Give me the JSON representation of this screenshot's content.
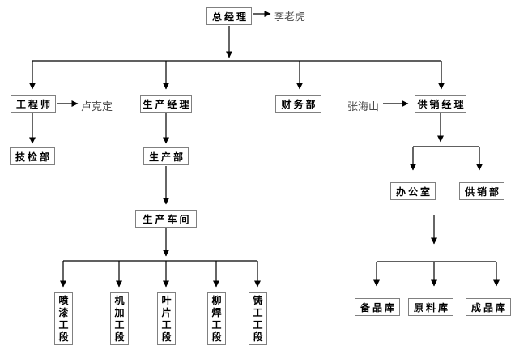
{
  "diagram_type": "organization-chart",
  "colors": {
    "background": "#ffffff",
    "box_border": "#808080",
    "box_text": "#000000",
    "connector": "#000000",
    "annotation_text": "#4a4a4a"
  },
  "nodes": {
    "general_manager": "总经理",
    "engineer": "工程师",
    "production_manager": "生产经理",
    "finance_dept": "财务部",
    "supply_sales_manager": "供销经理",
    "tech_inspection_dept": "技检部",
    "production_dept": "生产部",
    "production_workshop": "生产车间",
    "office": "办公室",
    "supply_sales_dept": "供销部"
  },
  "annotations": {
    "gm_person": "李老虎",
    "engineer_person": "卢克定",
    "supply_person": "张海山"
  },
  "sections": [
    "喷漆工段",
    "机加工段",
    "叶片工段",
    "柳焊工段",
    "铸工工段"
  ],
  "warehouses": [
    "备品库",
    "原料库",
    "成品库"
  ],
  "edges": [
    {
      "from": "general_manager",
      "to": "engineer"
    },
    {
      "from": "general_manager",
      "to": "production_manager"
    },
    {
      "from": "general_manager",
      "to": "finance_dept"
    },
    {
      "from": "general_manager",
      "to": "supply_sales_manager"
    },
    {
      "from": "general_manager",
      "to": "gm_person"
    },
    {
      "from": "engineer",
      "to": "engineer_person"
    },
    {
      "from": "supply_person",
      "to": "supply_sales_manager"
    },
    {
      "from": "engineer",
      "to": "tech_inspection_dept"
    },
    {
      "from": "production_manager",
      "to": "production_dept"
    },
    {
      "from": "production_dept",
      "to": "production_workshop"
    },
    {
      "from": "production_workshop",
      "to": "喷漆工段"
    },
    {
      "from": "production_workshop",
      "to": "机加工段"
    },
    {
      "from": "production_workshop",
      "to": "叶片工段"
    },
    {
      "from": "production_workshop",
      "to": "柳焊工段"
    },
    {
      "from": "production_workshop",
      "to": "铸工工段"
    },
    {
      "from": "supply_sales_manager",
      "to": "office"
    },
    {
      "from": "supply_sales_manager",
      "to": "supply_sales_dept"
    },
    {
      "from": "office",
      "to": "备品库"
    },
    {
      "from": "office",
      "to": "原料库"
    },
    {
      "from": "office",
      "to": "成品库"
    }
  ]
}
